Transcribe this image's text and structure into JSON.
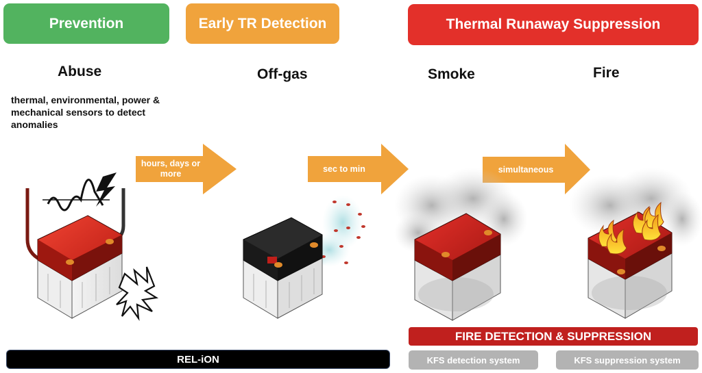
{
  "phases": [
    {
      "label": "Prevention",
      "color": "#52b35f"
    },
    {
      "label": "Early TR Detection",
      "color": "#f0a33c"
    },
    {
      "label": "Thermal Runaway Suppression",
      "color": "#e3302a"
    }
  ],
  "stages": [
    {
      "title": "Abuse",
      "description": "thermal, environmental, power & mechanical sensors to detect anomalies"
    },
    {
      "title": "Off-gas"
    },
    {
      "title": "Smoke"
    },
    {
      "title": "Fire"
    }
  ],
  "transitions": [
    {
      "label": "hours, days or more"
    },
    {
      "label": "sec to min"
    },
    {
      "label": "simultaneous"
    }
  ],
  "footer": {
    "product_bar": "REL-iON",
    "fire_bar": "FIRE DETECTION & SUPPRESSION",
    "systems": [
      "KFS detection system",
      "KFS suppression system"
    ]
  },
  "colors": {
    "arrow": "#f0a33c",
    "fire_bar": "#c0201e",
    "system_bar": "#b3b3b3",
    "product_bar": "#000000"
  },
  "illustrations": [
    {
      "name": "battery-abuse-icon"
    },
    {
      "name": "battery-offgas-icon"
    },
    {
      "name": "battery-smoke-icon"
    },
    {
      "name": "battery-fire-icon"
    }
  ]
}
